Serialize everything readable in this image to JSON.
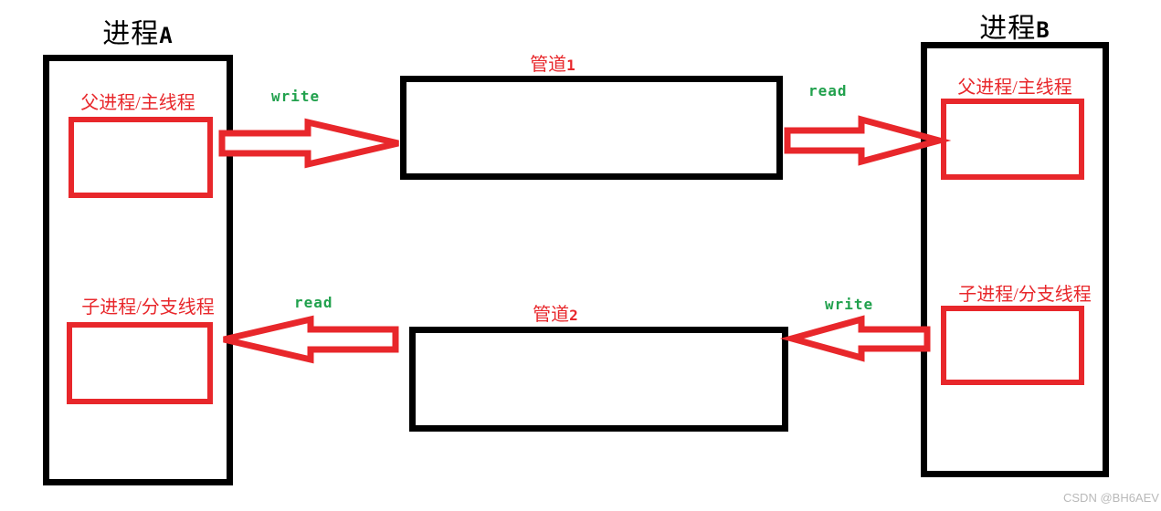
{
  "colors": {
    "red": "#e8272b",
    "green": "#21a14d",
    "black": "#000000",
    "watermark_gray": "#b9b9b9"
  },
  "process_a": {
    "title": "进程",
    "title_suffix": "A",
    "top_label": "父进程/主线程",
    "bottom_label": "子进程/分支线程"
  },
  "process_b": {
    "title": "进程",
    "title_suffix": "B",
    "top_label": "父进程/主线程",
    "bottom_label": "子进程/分支线程"
  },
  "pipe1": {
    "label": "管道",
    "label_suffix": "1"
  },
  "pipe2": {
    "label": "管道",
    "label_suffix": "2"
  },
  "arrows": {
    "top_write_label": "write",
    "top_read_label": "read",
    "bottom_read_label": "read",
    "bottom_write_label": "write"
  },
  "watermark": "CSDN @BH6AEV"
}
